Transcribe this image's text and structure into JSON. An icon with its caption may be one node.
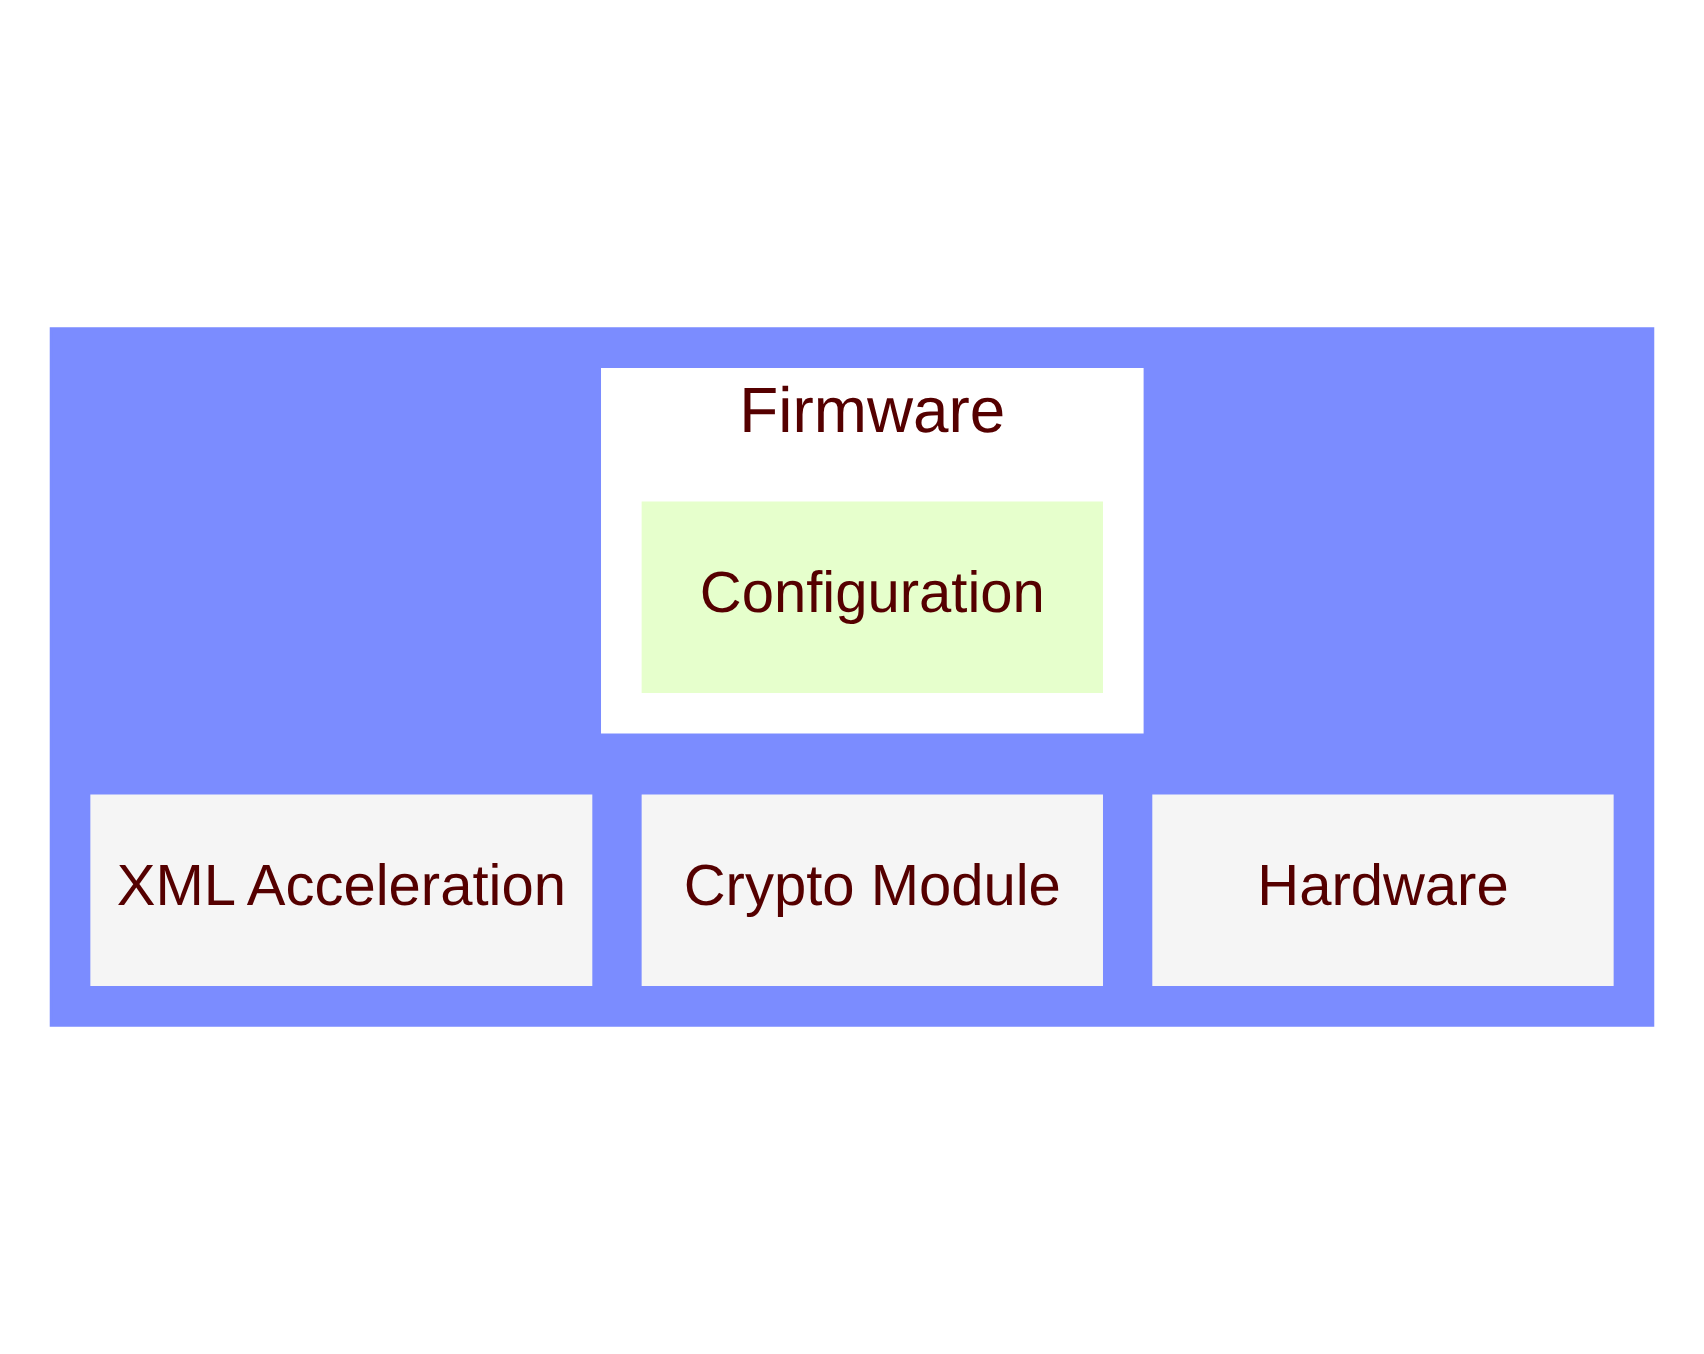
{
  "diagram": {
    "nodes": [
      {
        "text": [],
        "shape": "box"
      },
      {
        "text": [
          "Firmware"
        ],
        "in": 0
      },
      {
        "text": [
          "Configuration"
        ],
        "in": 1
      },
      {
        "text": [
          "XML Acceleration"
        ],
        "in": 0
      },
      {
        "text": [
          "Crypto Module"
        ],
        "in": 0
      },
      {
        "text": [
          "Hardware"
        ],
        "in": 0
      }
    ]
  }
}
